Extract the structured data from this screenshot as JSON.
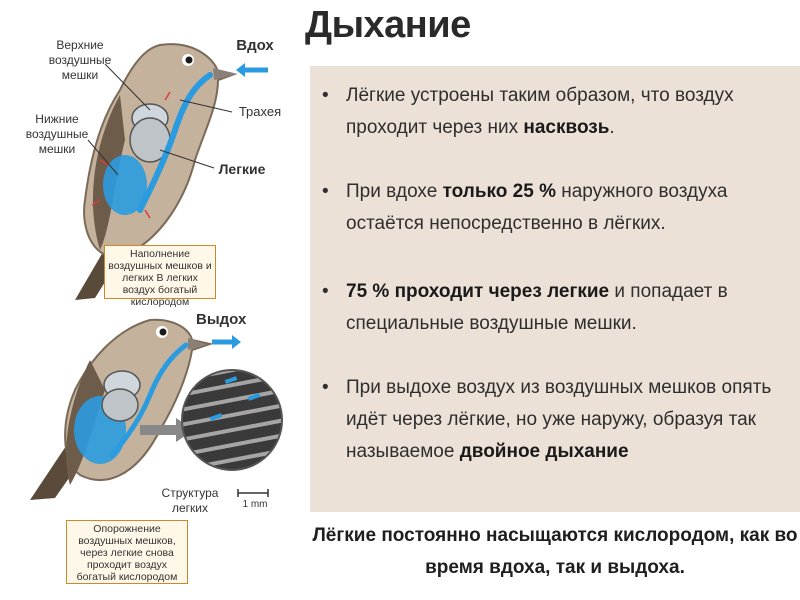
{
  "title": "Дыхание",
  "colors": {
    "panel_bg": "#ece1d6",
    "air_blue": "#2b9be0",
    "caption_border": "#c98a2b"
  },
  "diagram_top": {
    "label_upper_sacs": "Верхние воздушные мешки",
    "label_lower_sacs": "Нижние воздушные мешки",
    "label_inhale": "Вдох",
    "label_trachea": "Трахея",
    "label_lungs": "Легкие",
    "caption": "Наполнение воздушных мешков и легких В легких воздух богатый кислородом"
  },
  "diagram_bottom": {
    "label_exhale": "Выдох",
    "label_lung_structure": "Структура легких",
    "scale_label": "1 mm",
    "caption": "Опорожнение воздушных мешков, через легкие снова проходит воздух богатый кислородом"
  },
  "bullets": [
    {
      "pre": "Лёгкие устроены таким образом, что воздух проходит через них ",
      "bold": "насквозь",
      "post": "."
    },
    {
      "pre": "При вдохе ",
      "bold": "только 25 %",
      "post": " наружного воздуха остаётся непосредственно в лёгких."
    },
    {
      "pre": "",
      "bold": "75 % проходит через легкие",
      "post": " и попадает в специальные воздушные мешки."
    },
    {
      "pre": "При выдохе воздух из воздушных мешков опять идёт через лёгкие, но уже наружу, образуя так называемое ",
      "bold": "двойное дыхание",
      "post": ""
    }
  ],
  "bullet_symbol": "•",
  "footer": "Лёгкие постоянно насыщаются кислородом, как во время вдоха, так и выдоха."
}
